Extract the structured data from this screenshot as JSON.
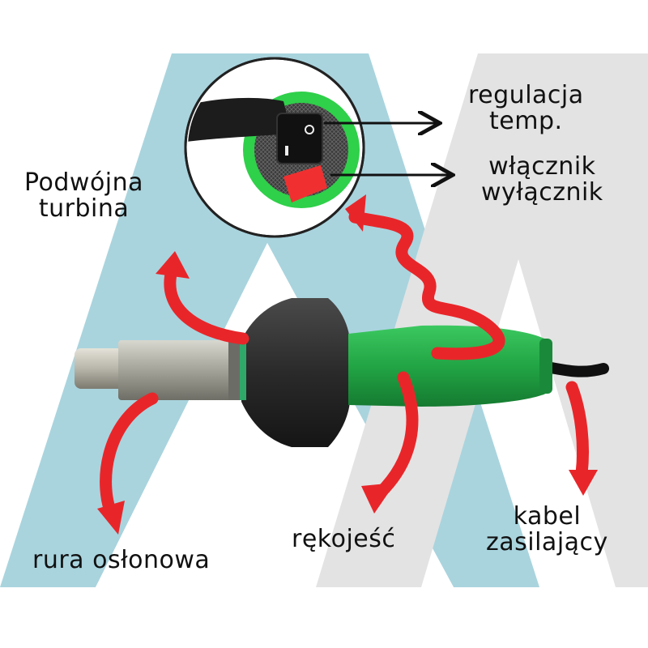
{
  "colors": {
    "background_blue": "#a9d4de",
    "background_grey": "#e3e3e3",
    "arrow_red": "#e8262a",
    "body_green": "#23a847",
    "turbine_black": "#2b2b2b",
    "nozzle_metal": "#b8b8b0",
    "label_text": "#111111"
  },
  "labels": {
    "temp_control": [
      "regulacja",
      "temp."
    ],
    "switch": [
      "włącznik",
      "wyłącznik"
    ],
    "turbine": [
      "Podwójna",
      "turbina"
    ],
    "tube": "rura osłonowa",
    "handle": "rękojeść",
    "cable": [
      "kabel",
      "zasilający"
    ]
  },
  "icons": {
    "inset": "switch-closeup-icon",
    "tool": "hot-air-gun-icon",
    "arrows": "curved-arrow-icon"
  }
}
